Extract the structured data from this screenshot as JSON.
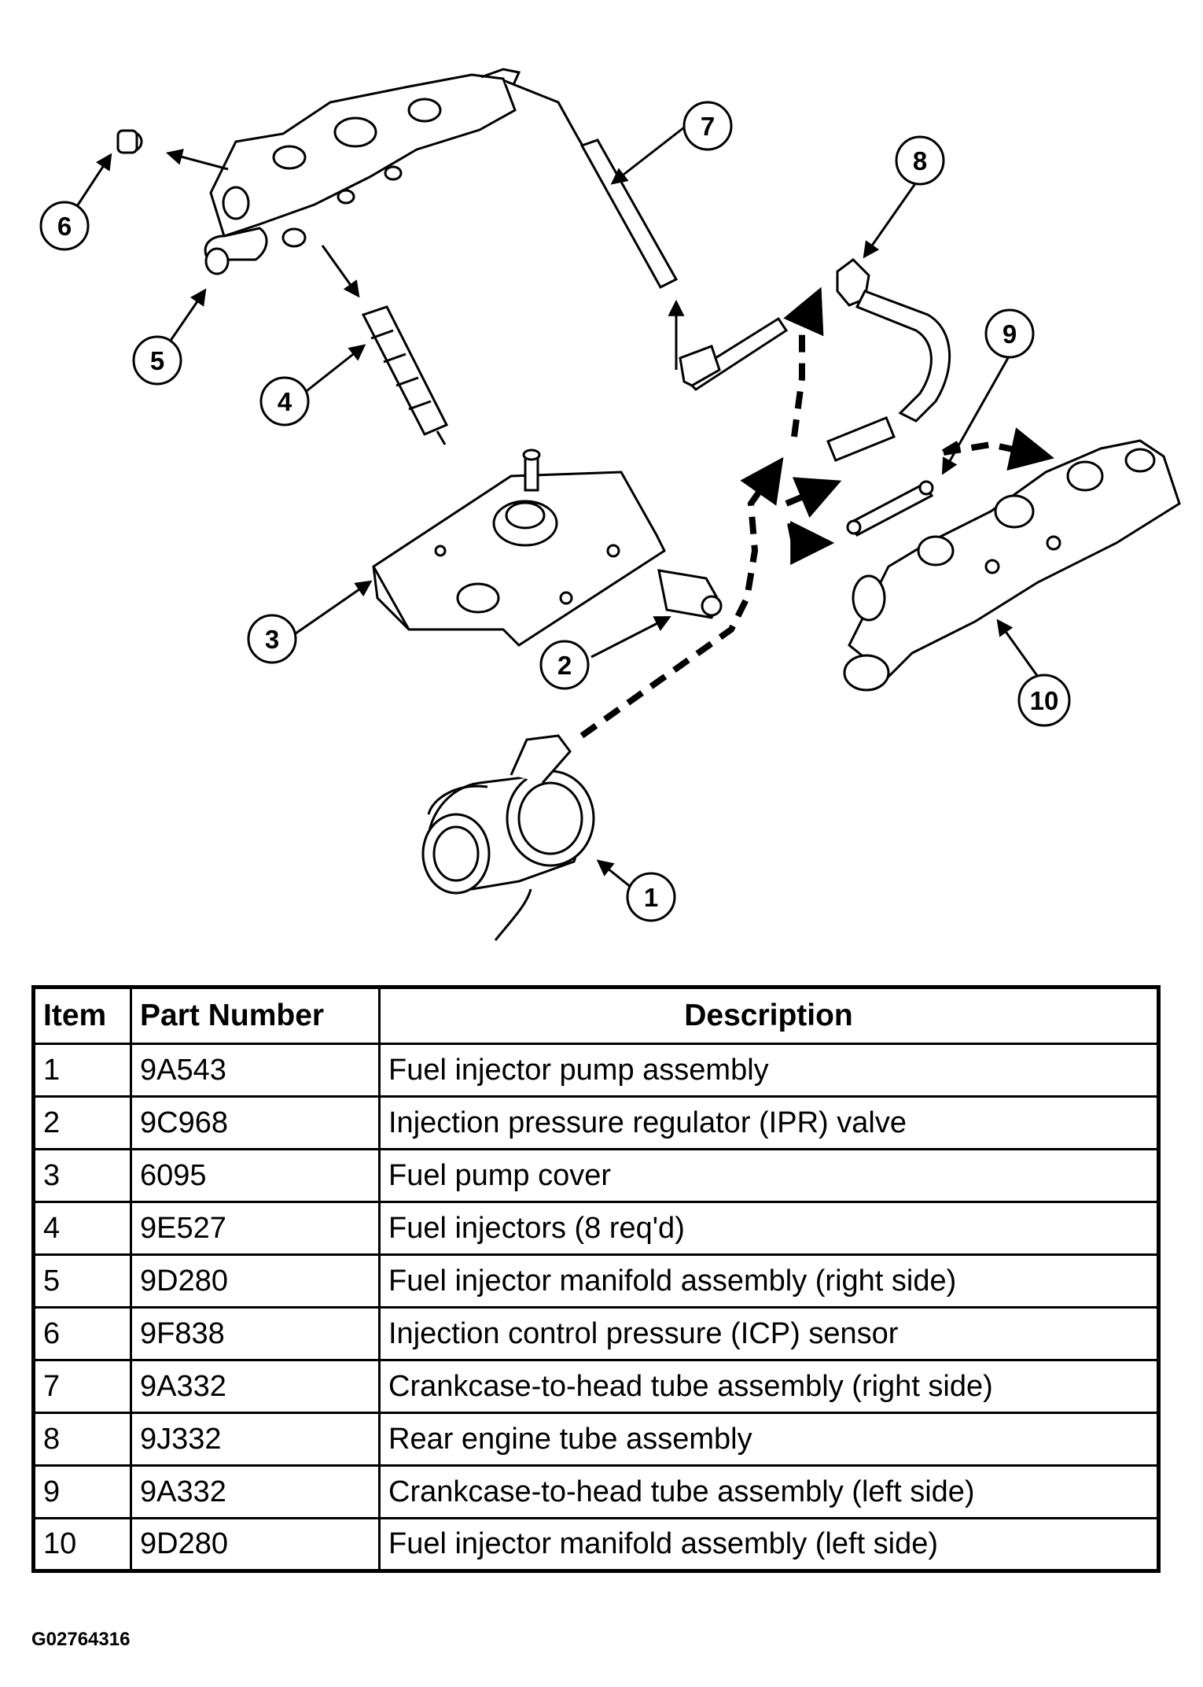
{
  "callouts": [
    "1",
    "2",
    "3",
    "4",
    "5",
    "6",
    "7",
    "8",
    "9",
    "10"
  ],
  "table": {
    "headers": {
      "item": "Item",
      "part_number": "Part Number",
      "description": "Description"
    },
    "rows": [
      {
        "item": "1",
        "part_number": "9A543",
        "description": "Fuel injector pump assembly"
      },
      {
        "item": "2",
        "part_number": "9C968",
        "description": "Injection pressure regulator (IPR) valve"
      },
      {
        "item": "3",
        "part_number": "6095",
        "description": "Fuel pump cover"
      },
      {
        "item": "4",
        "part_number": "9E527",
        "description": "Fuel injectors (8 req'd)"
      },
      {
        "item": "5",
        "part_number": "9D280",
        "description": "Fuel injector manifold assembly (right side)"
      },
      {
        "item": "6",
        "part_number": "9F838",
        "description": "Injection control pressure (ICP) sensor"
      },
      {
        "item": "7",
        "part_number": "9A332",
        "description": "Crankcase-to-head tube assembly (right side)"
      },
      {
        "item": "8",
        "part_number": "9J332",
        "description": "Rear engine tube assembly"
      },
      {
        "item": "9",
        "part_number": "9A332",
        "description": "Crankcase-to-head tube assembly (left side)"
      },
      {
        "item": "10",
        "part_number": "9D280",
        "description": "Fuel injector manifold assembly (left side)"
      }
    ]
  },
  "figure_code": "G02764316"
}
